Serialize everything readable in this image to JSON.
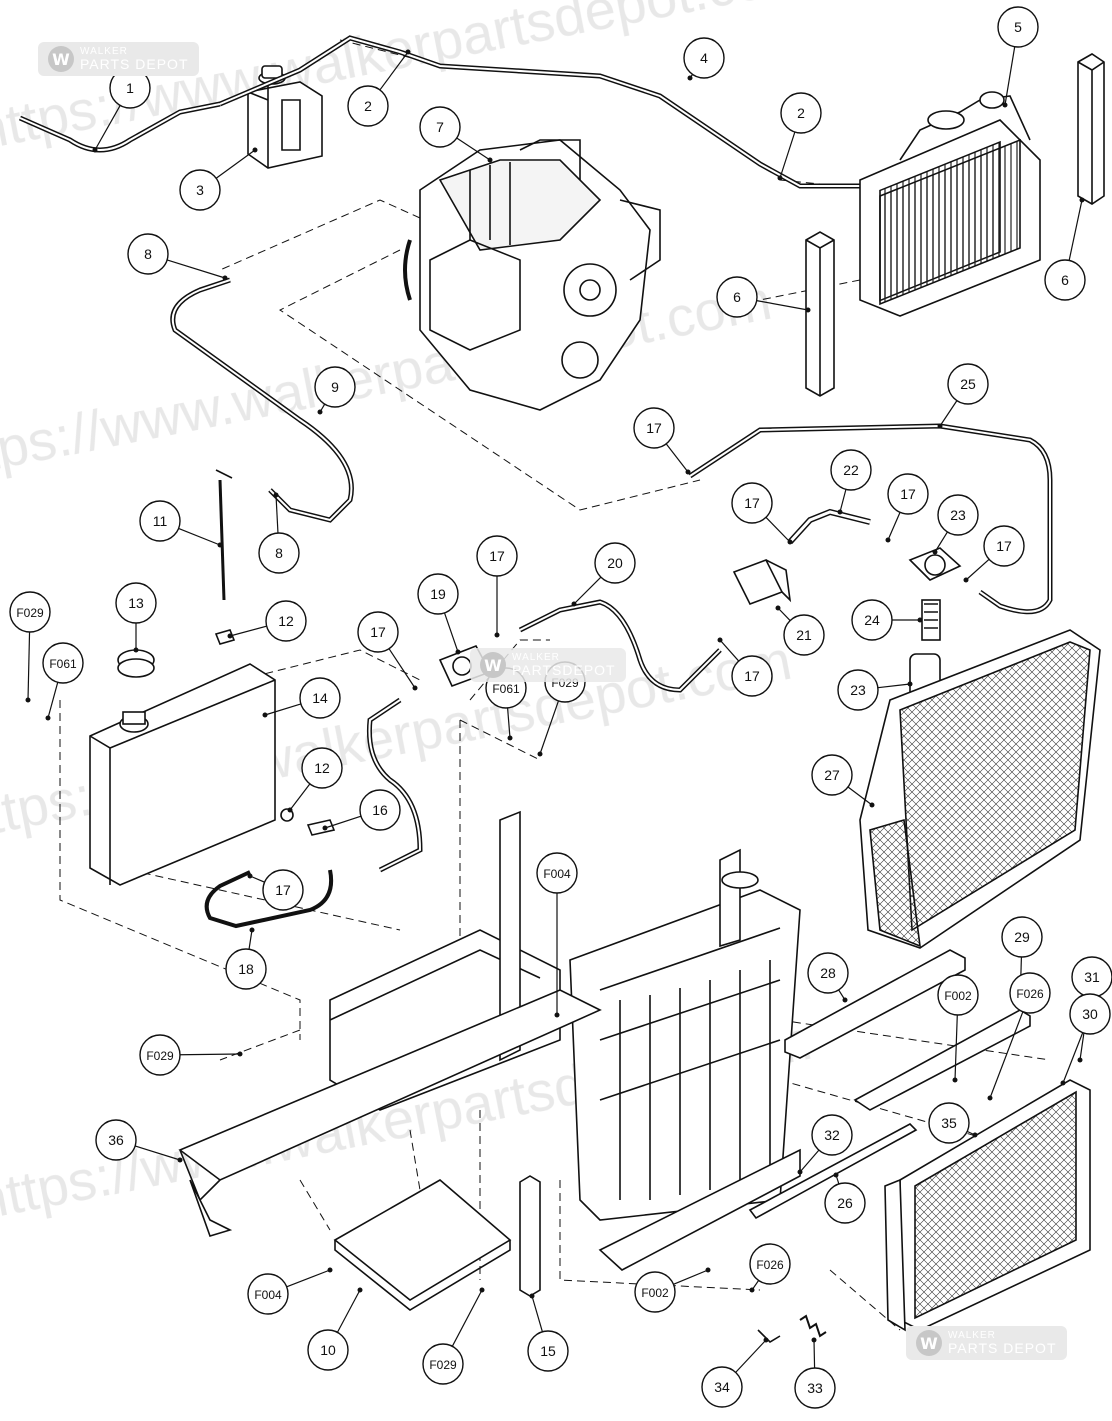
{
  "diagram": {
    "callouts": [
      {
        "label": "1"
      },
      {
        "label": "2"
      },
      {
        "label": "3"
      },
      {
        "label": "4"
      },
      {
        "label": "2"
      },
      {
        "label": "5"
      },
      {
        "label": "7"
      },
      {
        "label": "8"
      },
      {
        "label": "6"
      },
      {
        "label": "6"
      },
      {
        "label": "9"
      },
      {
        "label": "25"
      },
      {
        "label": "17"
      },
      {
        "label": "22"
      },
      {
        "label": "17"
      },
      {
        "label": "17"
      },
      {
        "label": "23"
      },
      {
        "label": "17"
      },
      {
        "label": "11"
      },
      {
        "label": "8"
      },
      {
        "label": "17"
      },
      {
        "label": "20"
      },
      {
        "label": "13"
      },
      {
        "label": "19"
      },
      {
        "label": "F029"
      },
      {
        "label": "F061"
      },
      {
        "label": "12"
      },
      {
        "label": "17"
      },
      {
        "label": "21"
      },
      {
        "label": "24"
      },
      {
        "label": "F061"
      },
      {
        "label": "F029"
      },
      {
        "label": "17"
      },
      {
        "label": "23"
      },
      {
        "label": "14"
      },
      {
        "label": "12"
      },
      {
        "label": "16"
      },
      {
        "label": "27"
      },
      {
        "label": "F004"
      },
      {
        "label": "17"
      },
      {
        "label": "18"
      },
      {
        "label": "28"
      },
      {
        "label": "29"
      },
      {
        "label": "F002"
      },
      {
        "label": "F026"
      },
      {
        "label": "31"
      },
      {
        "label": "30"
      },
      {
        "label": "F029"
      },
      {
        "label": "35"
      },
      {
        "label": "36"
      },
      {
        "label": "32"
      },
      {
        "label": "26"
      },
      {
        "label": "F026"
      },
      {
        "label": "F004"
      },
      {
        "label": "F002"
      },
      {
        "label": "10"
      },
      {
        "label": "F029"
      },
      {
        "label": "15"
      },
      {
        "label": "34"
      },
      {
        "label": "33"
      }
    ]
  },
  "watermark": {
    "logo_letter": "W",
    "brand_top": "WALKER",
    "brand_bottom": "PARTS DEPOT",
    "brand_bottom_b": "PARTS DEPOT",
    "center_text": "PARTSDEPOT",
    "url_texts": [
      "https://www.walkerpartsdepot.com",
      "https://www.walkerpartsdepot.com",
      "https://www.walkerpartsdepot.com",
      "https://www.walkerpartsdepot.com"
    ]
  }
}
